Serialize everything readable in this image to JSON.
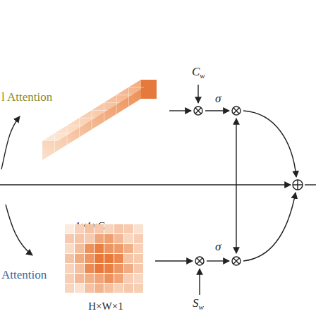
{
  "diagram": {
    "nodes": [
      {
        "text": [
          "1×1×C"
        ]
      },
      {
        "text": [
          "H×W×1"
        ]
      }
    ],
    "labels": [
      "l Attention",
      "Attention",
      "Cw",
      "σ",
      "σ",
      "Sw"
    ]
  }
}
